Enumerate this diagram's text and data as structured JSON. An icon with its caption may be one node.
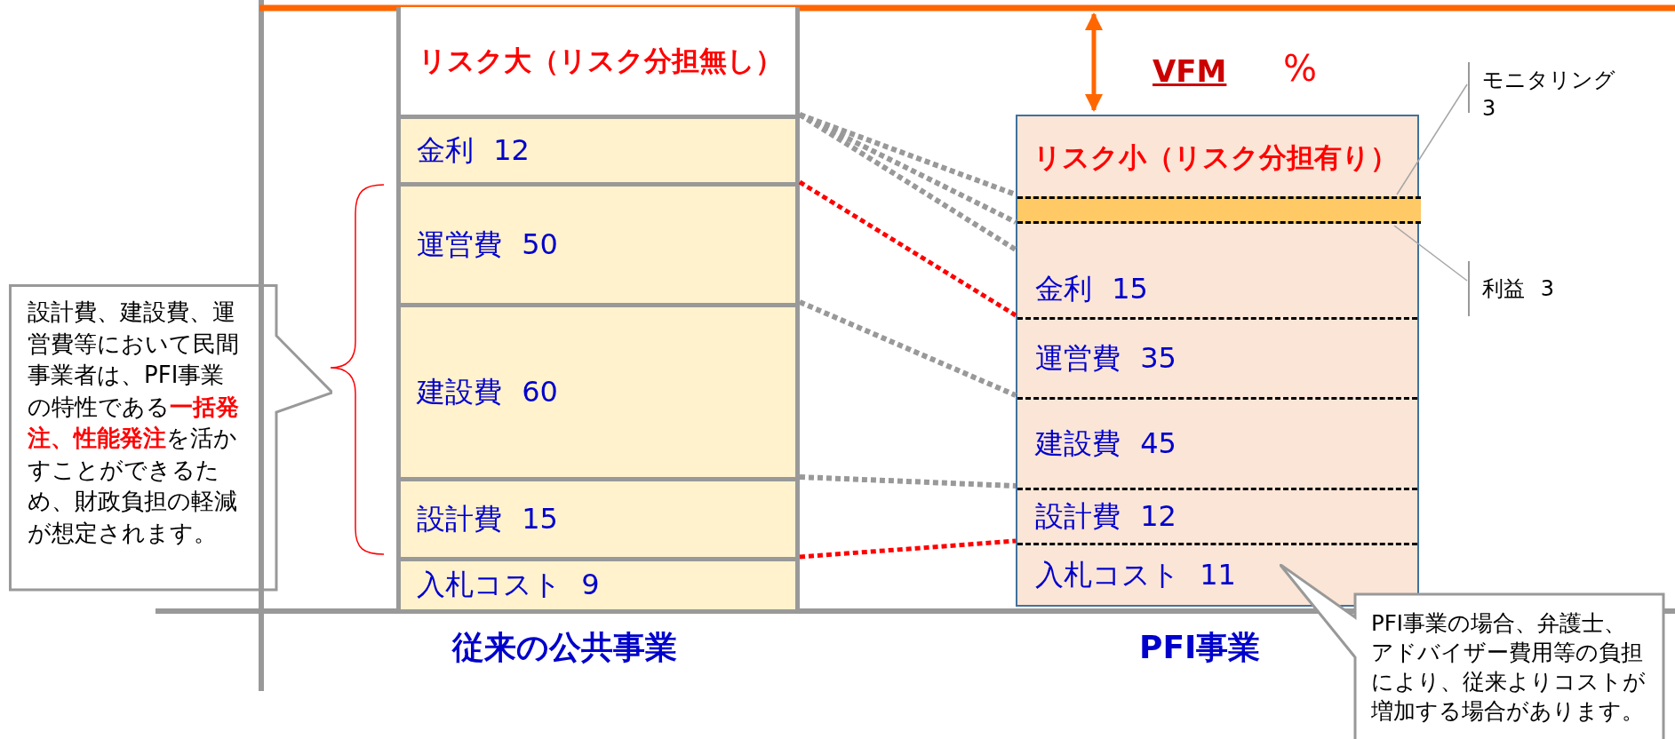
{
  "diagram": {
    "nodes": [
      {
        "text": [
          "リスク大（リスク分担無し）"
        ]
      },
      {
        "text": [
          "金利 12"
        ]
      },
      {
        "text": [
          "運営費 50"
        ]
      },
      {
        "text": [
          "建設費 60"
        ]
      },
      {
        "text": [
          "設計費 15"
        ]
      },
      {
        "text": [
          "入札コスト 9"
        ]
      },
      {
        "text": [
          "リスク小（リスク分担有り）"
        ]
      },
      {
        "text": [],
        "shape": "bar",
        "in": 6
      },
      {
        "text": [
          "金利 15"
        ],
        "in": 6
      },
      {
        "text": [
          "運営費 35"
        ],
        "in": 6
      },
      {
        "text": [
          "建設費 45"
        ],
        "in": 6
      },
      {
        "text": [
          "設計費 12"
        ],
        "in": 6
      },
      {
        "text": [
          "入札コスト 11"
        ],
        "in": 6
      },
      {
        "text": [
          "モニタリング 3"
        ]
      },
      {
        "text": [
          "利益 3"
        ]
      },
      {
        "text": [
          "設計費、建設費、運営費等において民間事業者は、PFI事業の特性である**一括発注、性能発注**を活かすことができるため、財政負担の軽減が想定されます。"
        ]
      },
      {
        "text": [
          "PFI事業の場合、弁護士、アドバイザー費用等の負担により、従来よりコストが増加する場合があります。"
        ]
      }
    ],
    "edges": [
      {
        "from": 1,
        "to": 7,
        "arrow": "none",
        "style": "dashed"
      },
      {
        "from": 1,
        "to": 7,
        "arrow": "none",
        "style": "dashed"
      },
      {
        "from": 1,
        "to": 8,
        "arrow": "none",
        "style": "dashed"
      },
      {
        "from": 2,
        "to": 9,
        "arrow": "none",
        "style": "dashed",
        "color": "#ff0000"
      },
      {
        "from": 3,
        "to": 10,
        "arrow": "none",
        "style": "dashed"
      },
      {
        "from": 4,
        "to": 11,
        "arrow": "none",
        "style": "dashed"
      },
      {
        "from": 5,
        "to": 12,
        "arrow": "none",
        "style": "dashed",
        "color": "#ff0000"
      },
      {
        "from": 13,
        "to": 7,
        "arrow": "none"
      },
      {
        "from": 14,
        "to": 7,
        "arrow": "none"
      }
    ],
    "labels": [
      "VFM",
      "%",
      "従来の公共事業",
      "PFI事業"
    ]
  }
}
